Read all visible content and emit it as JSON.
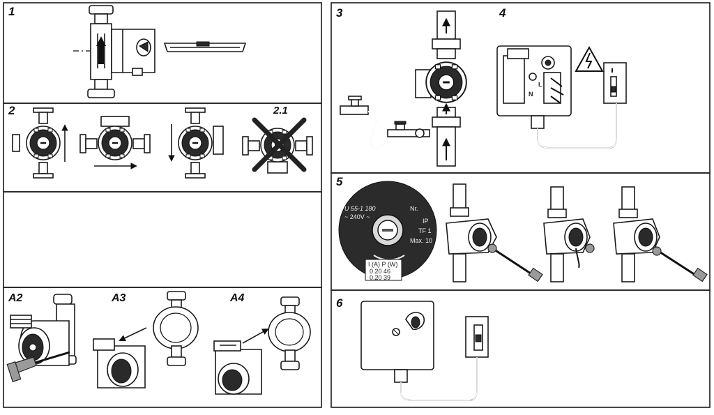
{
  "panels": {
    "p1": {
      "label": "1"
    },
    "p2": {
      "label": "2",
      "sublabel": "2.1"
    },
    "pA": {
      "label_a2": "A2",
      "label_a3": "A3",
      "label_a4": "A4"
    },
    "p3": {
      "label": "3"
    },
    "p4": {
      "label": "4",
      "terminal_l": "L",
      "terminal_n": "N"
    },
    "p5": {
      "label": "5",
      "nameplate": {
        "model": "U 55-1 180",
        "voltage": "~ 240V ~",
        "nr": "Nr.",
        "ip": "IP",
        "tf": "TF 1",
        "max": "Max. 10",
        "cols": "I (A) P (W)",
        "row1": "0.20 46",
        "row2": "0.20 39"
      }
    },
    "p6": {
      "label": "6"
    }
  },
  "colors": {
    "ink": "#1a1a1a",
    "paper": "#ffffff",
    "shade": "#9a9a9a"
  },
  "icons": [
    "circulator-pump-icon",
    "spirit-level-icon",
    "arrow-icon",
    "cross-out-icon",
    "valve-icon",
    "high-voltage-warning-icon",
    "switch-box-icon",
    "screwdriver-icon"
  ]
}
